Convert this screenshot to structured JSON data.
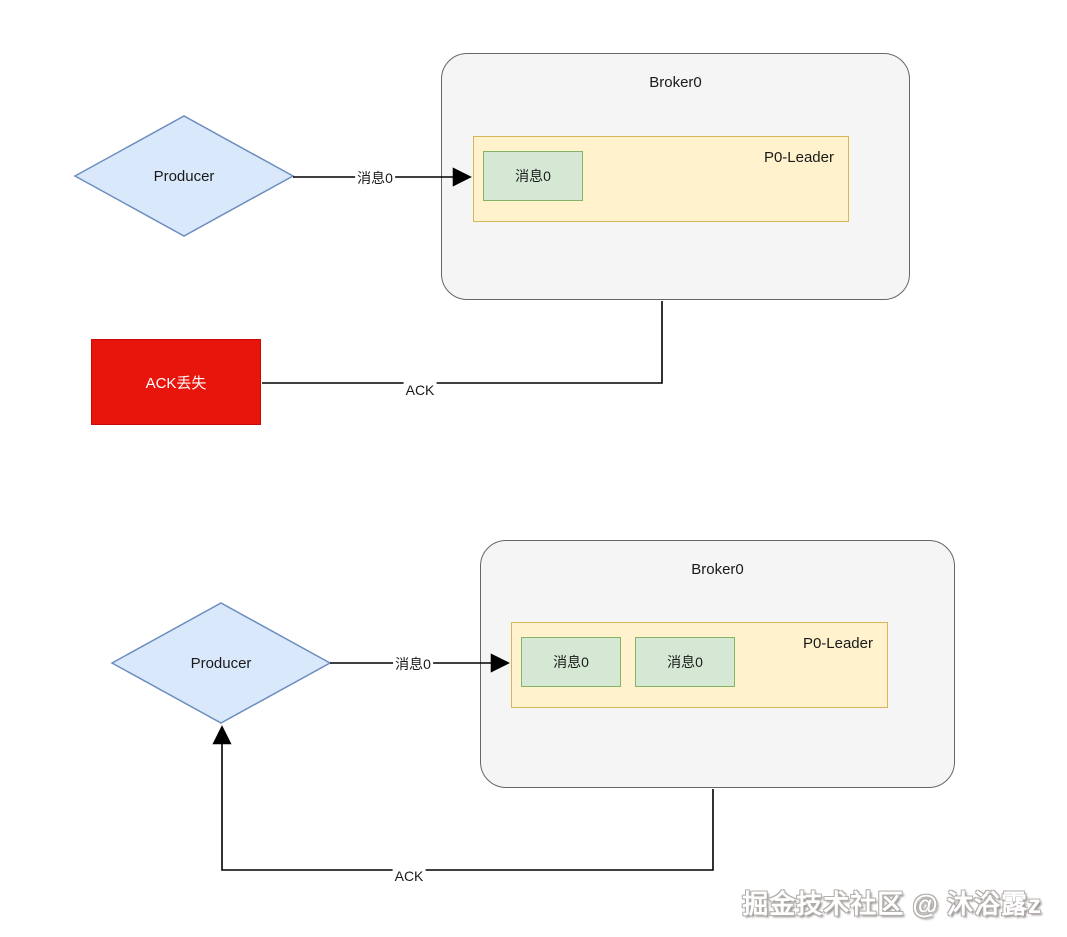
{
  "colors": {
    "producer_fill": "#dae8fc",
    "producer_border": "#6c8ebf",
    "broker_fill": "#f5f5f5",
    "broker_border": "#666666",
    "partition_fill": "#fff2cc",
    "partition_border": "#d6b656",
    "message_fill": "#d5e8d4",
    "message_border": "#82b366",
    "ack_lost_fill": "#e8150d",
    "edge_color": "#000000"
  },
  "diagram1": {
    "producer_label": "Producer",
    "broker_title": "Broker0",
    "partition_label": "P0-Leader",
    "messages": [
      "消息0"
    ],
    "msg_edge_label": "消息0",
    "ack_edge_label": "ACK",
    "ack_lost_label": "ACK丢失"
  },
  "diagram2": {
    "producer_label": "Producer",
    "broker_title": "Broker0",
    "partition_label": "P0-Leader",
    "messages": [
      "消息0",
      "消息0"
    ],
    "msg_edge_label": "消息0",
    "ack_edge_label": "ACK"
  },
  "watermark": "掘金技术社区 @ 沐浴露z"
}
